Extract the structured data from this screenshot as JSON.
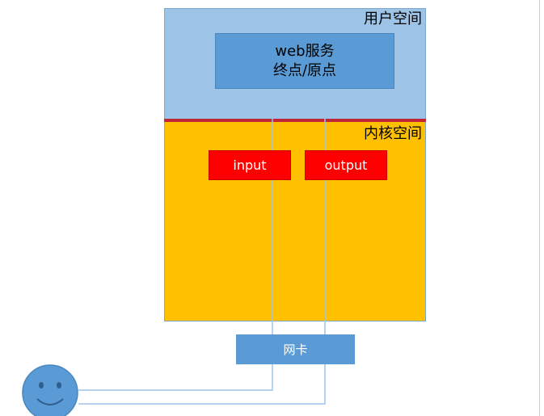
{
  "user_space": {
    "label": "用户空间"
  },
  "kernel_space": {
    "label": "内核空间"
  },
  "web_service": {
    "line1": "web服务",
    "line2": "终点/原点"
  },
  "input": {
    "label": "input"
  },
  "output": {
    "label": "output"
  },
  "nic": {
    "label": "网卡"
  },
  "colors": {
    "user_space": "#9dc3e6",
    "kernel_space": "#ffc000",
    "web_service": "#5b9bd5",
    "chain_box": "#ff0000",
    "nic": "#5b9bd5",
    "divider": "#c0283a",
    "connector": "#9dc3e6"
  },
  "icons": {
    "user": "smiley-face-icon"
  }
}
